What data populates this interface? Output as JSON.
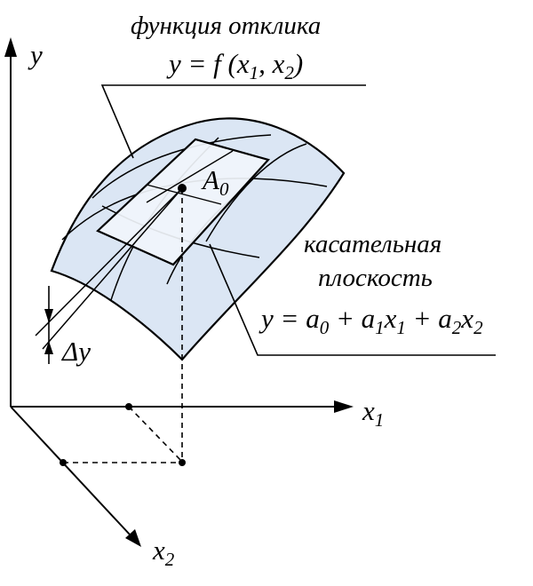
{
  "labels": {
    "response_function_title": "функция отклика",
    "tangent_plane_title_line1": "касательная",
    "tangent_plane_title_line2": "плоскость",
    "point_label": "A",
    "point_label_sub": "0",
    "delta_y": "Δy"
  },
  "axes": {
    "y": "y",
    "x1": "x",
    "x1_sub": "1",
    "x2": "x",
    "x2_sub": "2"
  },
  "response_equation": {
    "lhs": "y = f (",
    "x1": "x",
    "x1_sub": "1",
    "sep": ", ",
    "x2": "x",
    "x2_sub": "2",
    "close": ")"
  },
  "tangent_equation": {
    "lhs": "y = ",
    "a0": "a",
    "a0_sub": "0",
    "plus1": " + ",
    "a1": "a",
    "a1_sub": "1",
    "a1_x": "x",
    "a1_x_sub": "1",
    "plus2": " + ",
    "a2": "a",
    "a2_sub": "2",
    "a2_x": "x",
    "a2_x_sub": "2"
  },
  "colors": {
    "surface_fill": "#dbe6f4",
    "plane_fill": "#f1f5fb",
    "stroke": "#000000"
  }
}
